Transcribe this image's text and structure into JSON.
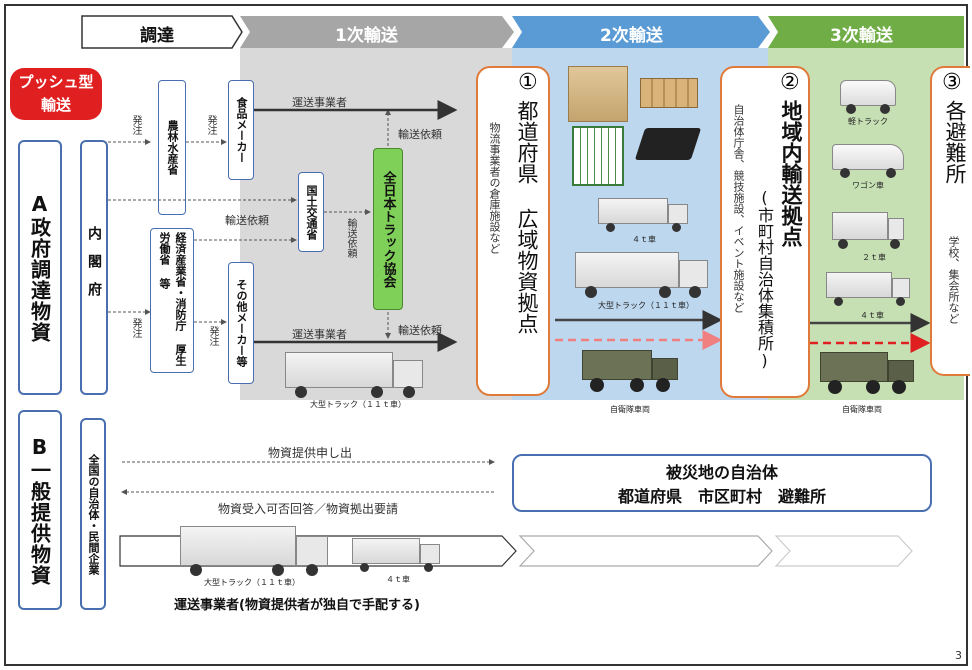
{
  "phases": {
    "procurement": "調達",
    "first": "1次輸送",
    "second": "2次輸送",
    "third": "3次輸送"
  },
  "push_badge": [
    "プッシュ型",
    "輸送"
  ],
  "category_a": "A政府調達物資",
  "category_b": "B一般提供物資",
  "cabinet_office": "内閣府",
  "ministries": {
    "maff": "農林水産省",
    "meti": "経済産業省・消防庁 厚生労働省 等",
    "mlit": "国土交通省",
    "jta": "全日本トラック協会"
  },
  "makers": {
    "food": "食品メーカー",
    "other": "その他メーカー等"
  },
  "labels": {
    "order": "発注",
    "transport_operator": "運送事業者",
    "transport_request": "輸送依頼",
    "supply_offer": "物資提供申し出",
    "acceptance_reply": "物資受入可否回答／物資拠出要請",
    "b_operator": "運送事業者(物資提供者が独自で手配する)"
  },
  "hubs": {
    "pref_num": "①",
    "pref_title": "都道府県 広域物資拠点",
    "pref_sub": "物流事業者の倉庫施設など",
    "local_num": "②",
    "local_title": "地域内輸送拠点",
    "local_paren": "(市町村自治体集積所)",
    "local_sub": "自治体庁舎、競技施設、イベント施設など",
    "shelter_num": "③",
    "shelter_title": "各避難所",
    "shelter_sub": "学校、集会所など"
  },
  "b_supplier": "全国の自治体・民間企業",
  "affected": {
    "line1": "被災地の自治体",
    "line2": "都道府県　市区町村　避難所"
  },
  "vehicles": {
    "large_truck": "大型トラック（１１ｔ車）",
    "truck_4t": "４ｔ車",
    "truck_2t": "２ｔ車",
    "light_truck": "軽トラック",
    "wagon": "ワゴン車",
    "sdf": "自衛隊車両"
  },
  "page_number": "3",
  "colors": {
    "band1": "#a6a6a6",
    "band2": "#5b9bd5",
    "band3": "#70ad47",
    "push": "#e02020",
    "jta": "#7fd058",
    "hub": "#e07a3a",
    "box": "#4a6fb0"
  }
}
